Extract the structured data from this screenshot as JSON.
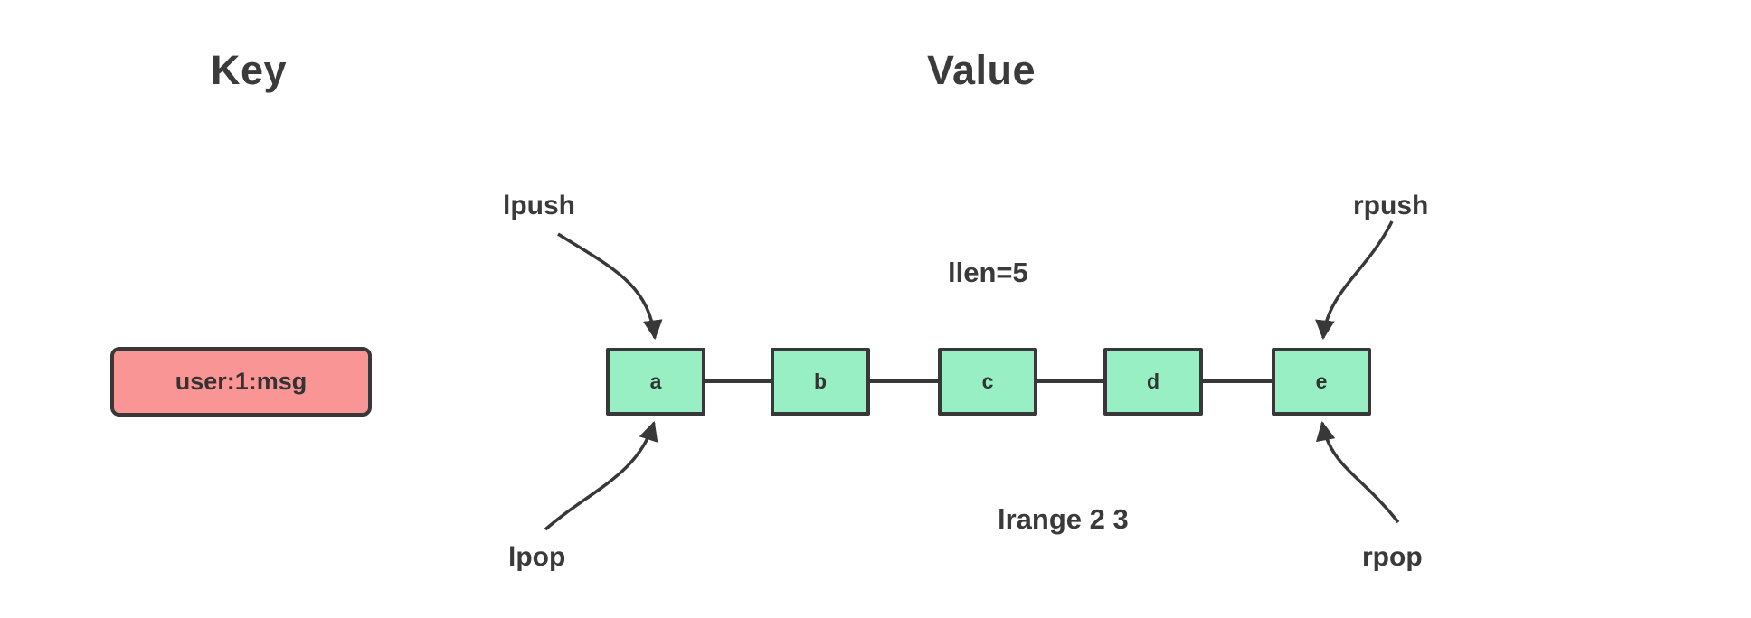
{
  "titles": {
    "key": "Key",
    "value": "Value"
  },
  "key": {
    "label": "user:1:msg",
    "fill": "#fa9595"
  },
  "list": {
    "nodes": [
      "a",
      "b",
      "c",
      "d",
      "e"
    ],
    "fill": "#98efc4",
    "length_label": "llen=5",
    "range_label": "lrange 2 3"
  },
  "operations": {
    "lpush": "lpush",
    "rpush": "rpush",
    "lpop": "lpop",
    "rpop": "rpop"
  },
  "colors": {
    "stroke": "#383838",
    "text": "#3a3a3a",
    "background": "#ffffff"
  }
}
